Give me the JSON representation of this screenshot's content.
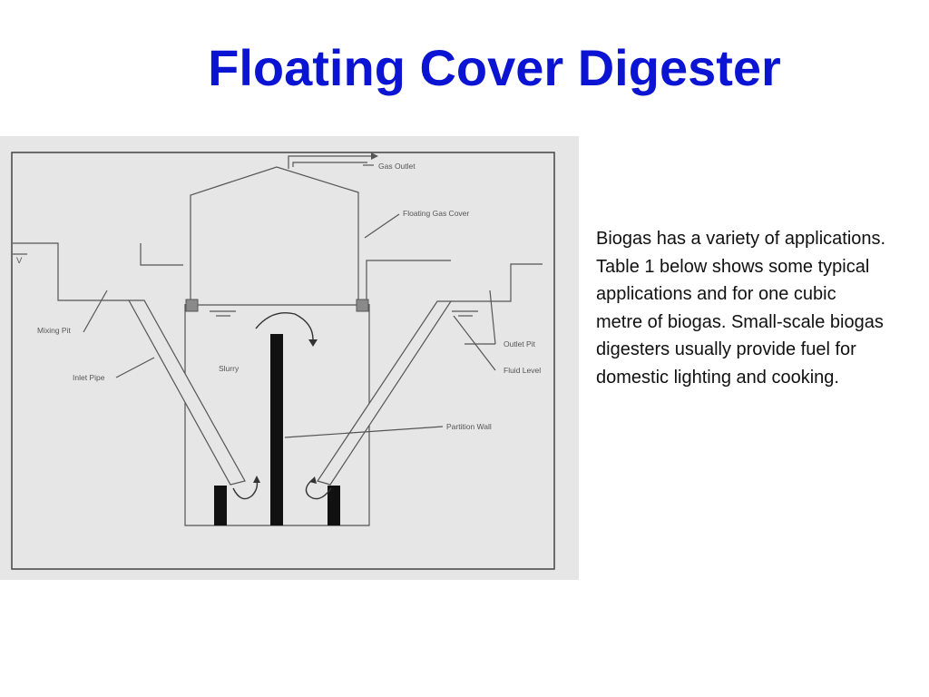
{
  "title": "Floating Cover Digester",
  "diagram": {
    "labels": {
      "gas_outlet": "Gas Outlet",
      "floating_gas_cover": "Floating Gas Cover",
      "mixing_pit": "Mixing Pit",
      "inlet_pipe": "Inlet Pipe",
      "slurry": "Slurry",
      "outlet_pit": "Outlet Pit",
      "fluid_level": "Fluid Level",
      "partition_wall": "Partition Wall",
      "level_mark": "V"
    }
  },
  "body_text": "Biogas has a variety of applications. Table 1 below shows some typical applications and for one cubic metre of biogas. Small-scale biogas digesters usually provide fuel for domestic lighting and cooking."
}
